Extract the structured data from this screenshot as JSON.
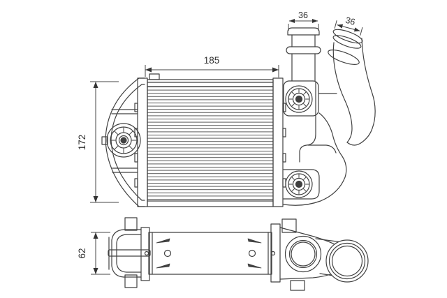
{
  "diagram": {
    "kind": "technical-part-drawing",
    "colors": {
      "line": "#414141",
      "fin_line": "#595959",
      "text": "#2e2e2e",
      "background": "#ffffff"
    },
    "dimensions": {
      "core_width": "185",
      "core_height": "172",
      "body_depth": "62",
      "pipe_top_diameter": "36",
      "pipe_side_diameter": "36"
    }
  }
}
